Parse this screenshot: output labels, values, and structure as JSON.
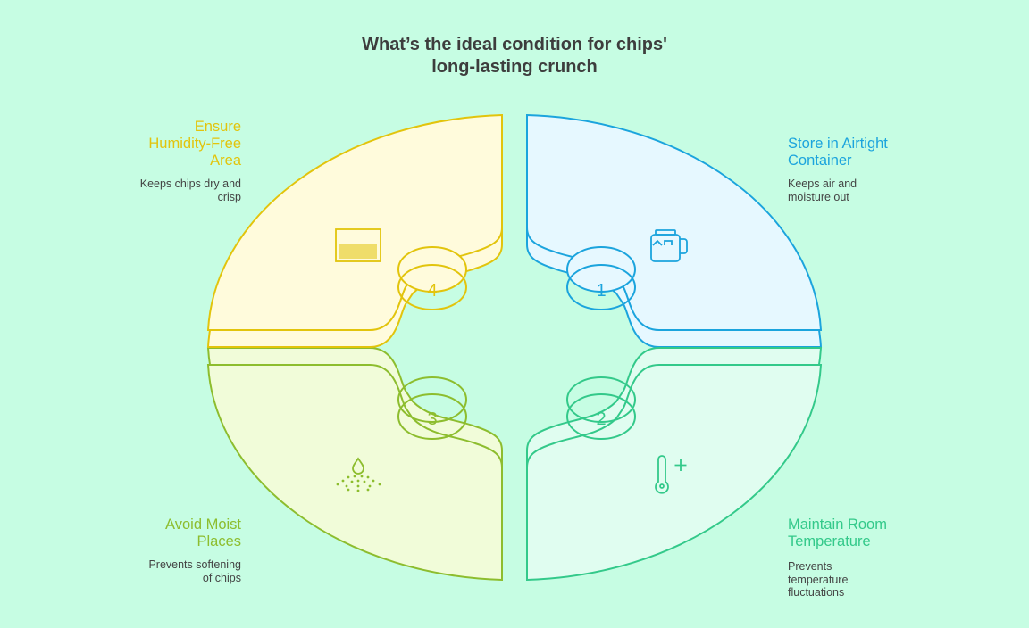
{
  "title_lines": [
    "What’s the ideal condition for chips'",
    "long-lasting crunch"
  ],
  "colors": {
    "background": "#c6fde3",
    "blue": "#1ba4dd",
    "green": "#33c98a",
    "olive": "#8dbd2e",
    "yellow": "#e2c40c"
  },
  "items": [
    {
      "number": "1",
      "title_lines": [
        "Store in Airtight",
        "Container"
      ],
      "desc_lines": [
        "Keeps air and",
        "moisture out"
      ],
      "icon": "jar-icon"
    },
    {
      "number": "2",
      "title_lines": [
        "Maintain Room",
        "Temperature"
      ],
      "desc_lines": [
        "Prevents",
        "temperature",
        "fluctuations"
      ],
      "icon": "thermometer-plus-icon"
    },
    {
      "number": "3",
      "title_lines": [
        "Avoid Moist",
        "Places"
      ],
      "desc_lines": [
        "Prevents softening",
        "of chips"
      ],
      "icon": "water-drop-icon"
    },
    {
      "number": "4",
      "title_lines": [
        "Ensure",
        "Humidity-Free",
        "Area"
      ],
      "desc_lines": [
        "Keeps chips dry and",
        "crisp"
      ],
      "icon": "dry-box-icon"
    }
  ]
}
